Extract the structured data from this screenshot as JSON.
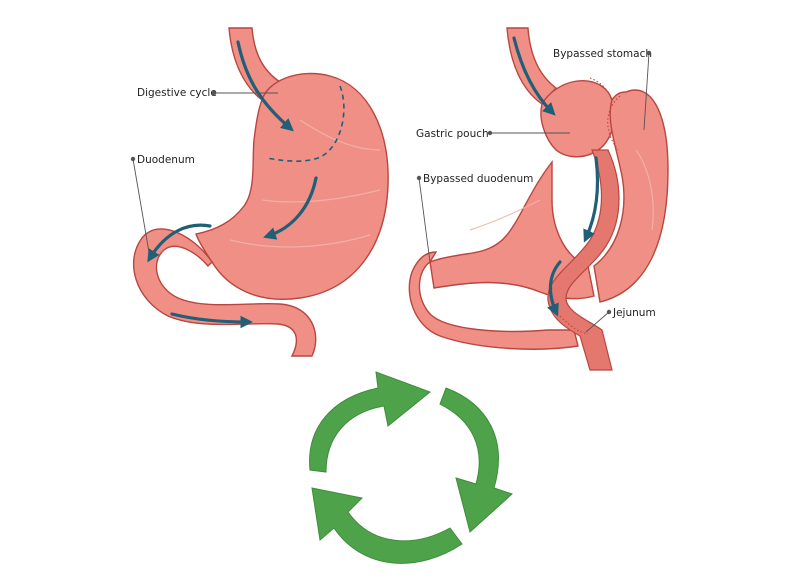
{
  "labels": {
    "left": {
      "digestive_cycle": "Digestive cycle",
      "duodenum": "Duodenum"
    },
    "right": {
      "bypassed_stomach": "Bypassed stomach",
      "gastric_pouch": "Gastric pouch",
      "bypassed_duodenum": "Bypassed duodenum",
      "jejunum": "Jejunum"
    }
  },
  "colors": {
    "tissue": "#ef8f86",
    "tissue_outline": "#b9463f",
    "flow_arrow": "#1f5f78",
    "cycle_arrow": "#4ea34a"
  }
}
